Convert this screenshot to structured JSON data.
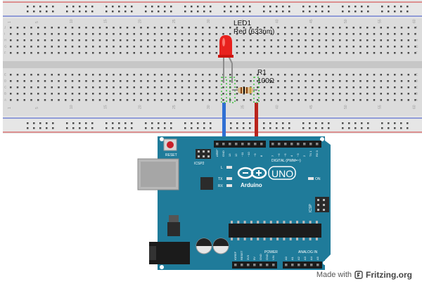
{
  "breadboard": {
    "column_numbers_top": [
      "1",
      "5",
      "10",
      "15",
      "20",
      "25",
      "30",
      "35",
      "40",
      "45",
      "50",
      "55",
      "60"
    ],
    "row_letters_left": [
      "J",
      "I",
      "H",
      "G",
      "F",
      "E",
      "D",
      "C",
      "B",
      "A"
    ],
    "colors": {
      "body": "#dcdcdc",
      "hole": "#4a4a4a",
      "rail_red": "#d23a3a",
      "rail_blue": "#3a50c8"
    }
  },
  "led": {
    "name": "LED1",
    "description": "Red (633nm)",
    "color": "#e8211d"
  },
  "resistor": {
    "name": "R1",
    "value": "100Ω",
    "color": "#d8b98a"
  },
  "wires": {
    "ground_color": "#2f6fd3",
    "signal_color": "#b9241c"
  },
  "arduino": {
    "board_color": "#1f7b9a",
    "logo_text": "UNO",
    "brand": "Arduino",
    "reset_label": "RESET",
    "icsp2_label": "ICSP2",
    "icsp_label": "ICSP",
    "on_label": "ON",
    "l_label": "L",
    "tx_label": "TX",
    "rx_label": "RX",
    "digital_label": "DIGITAL (PWM=~)",
    "aref_label": "AREF",
    "gnd_label": "GND",
    "power_label": "POWER",
    "analog_label": "ANALOG IN",
    "digital_pins": [
      "13",
      "12",
      "~11",
      "~10",
      "~9",
      "8",
      "7",
      "~6",
      "~5",
      "4",
      "~3",
      "2",
      "TX 1",
      "RX 0"
    ],
    "power_pins": [
      "IOREF",
      "RESET",
      "3V3",
      "5V",
      "GND",
      "GND",
      "VIN"
    ],
    "analog_pins": [
      "A0",
      "A1",
      "A2",
      "A3",
      "A4",
      "A5"
    ]
  },
  "watermark": {
    "made_with": "Made with",
    "brand": "Fritzing.org"
  }
}
